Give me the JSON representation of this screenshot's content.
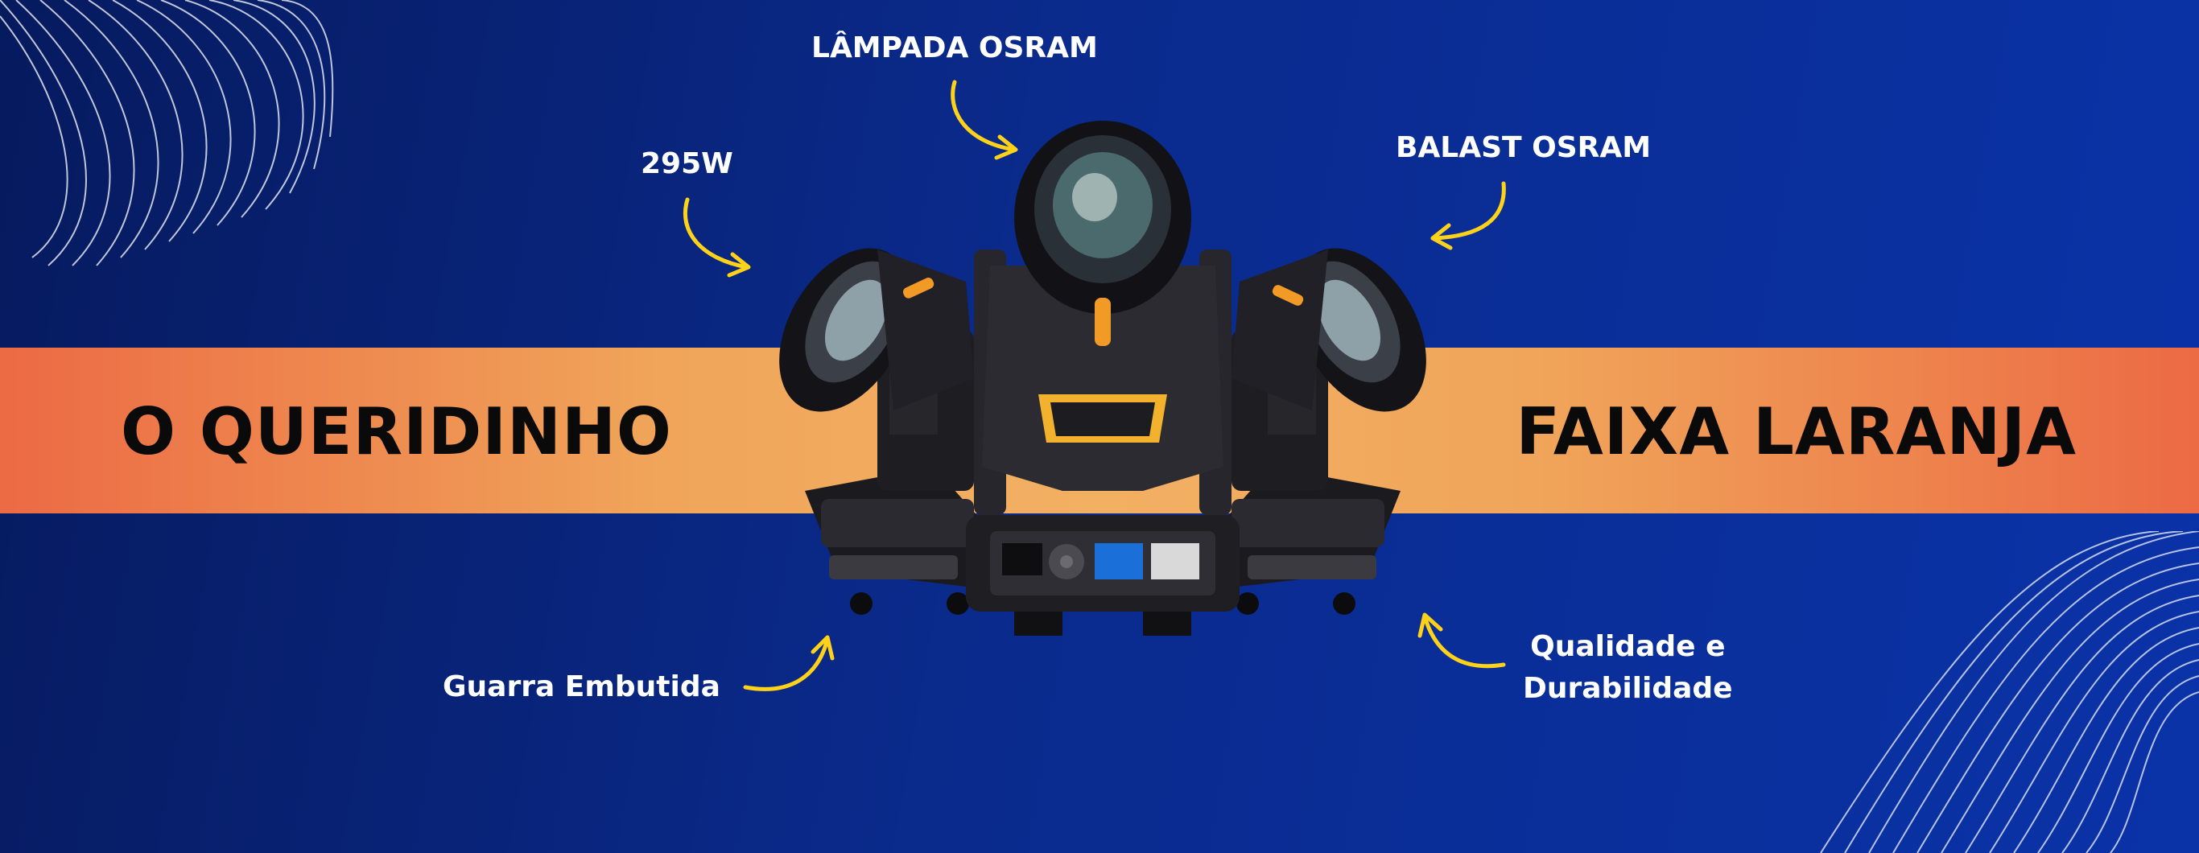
{
  "banner": {
    "headline_left": "O QUERIDINHO",
    "headline_right": "FAIXA LARANJA"
  },
  "features": {
    "lamp": "LÂMPADA OSRAM",
    "power": "295W",
    "ballast": "BALAST OSRAM",
    "clamp": "Guarra Embutida",
    "quality_line1": "Qualidade e",
    "quality_line2": "Durabilidade"
  },
  "product": {
    "name": "moving-head-beam-light"
  },
  "colors": {
    "background": "#0a2a8c",
    "band": "#f0a55a",
    "arrow": "#ffd21a",
    "text_light": "#ffffff",
    "text_dark": "#0a0a0a"
  },
  "icons": [
    "wave-lines-decoration",
    "curved-arrow-icon"
  ]
}
